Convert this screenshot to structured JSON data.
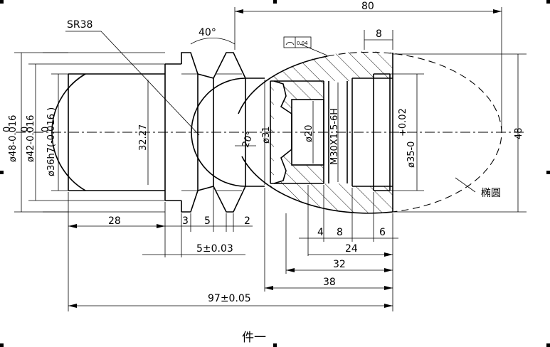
{
  "drawing": {
    "caption": "件一",
    "leader_labels": {
      "sphere_radius": "SR38",
      "ellipse": "椭圆",
      "profile_tolerance": "0.04"
    },
    "horizontal_dims": {
      "total_top": "80",
      "width_8_top": "8",
      "len_28": "28",
      "len_3": "3",
      "len_5": "5",
      "len_2": "2",
      "groove": "5±0.03",
      "len_4": "4",
      "len_8_bot": "8",
      "len_6": "6",
      "len_24": "24",
      "len_32": "32",
      "len_38": "38",
      "total_97": "97±0.05"
    },
    "angles": {
      "groove_angle": "40°",
      "bevel_angle": "20°"
    },
    "vertical_dims": {
      "d48": "ø48-0.016",
      "d48_upper": "0",
      "d42": "ø42-0.016",
      "d42_upper": "0",
      "d36": "ø36h7(-0.016 )",
      "d36_upper": "0",
      "len_3227": "32.27",
      "d31": "ø31",
      "d20": "ø20",
      "thread": "M30X1.5-6H",
      "d35": "ø35-0",
      "d35_upper": "+0.02",
      "h48": "48"
    }
  }
}
